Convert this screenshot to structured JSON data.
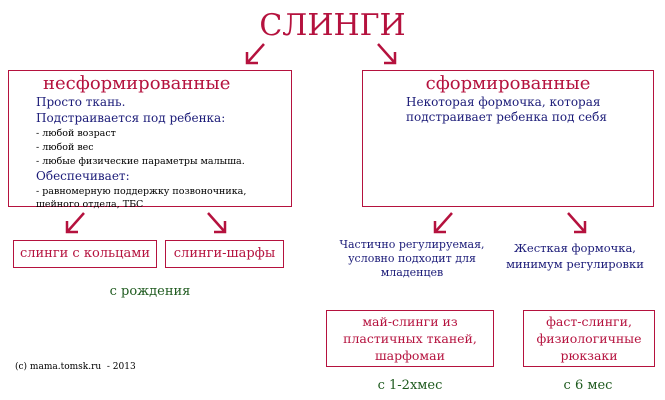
{
  "title": "СЛИНГИ",
  "colors": {
    "accent": "#b5123e",
    "text": "#1b1b78",
    "age": "#1e5a1e"
  },
  "left": {
    "title": "несформированные",
    "line1": "Просто ткань.",
    "line2": "Подстраивается под ребенка:",
    "items": [
      "- любой возраст",
      "- любой вес",
      "- любые физические параметры малыша."
    ],
    "line3": "Обеспечивает:",
    "item4": "- равномерную поддержку позвоночника, шейного отдела, ТБС",
    "children": [
      "слинги с кольцами",
      "слинги-шарфы"
    ],
    "age": "с рождения"
  },
  "right": {
    "title": "сформированные",
    "desc": "Некоторая формочка, которая подстраивает ребенка под себя",
    "branches": [
      {
        "desc": "Частично регулируемая, условно подходит для младенцев",
        "box": "май-слинги из пластичных тканей, шарфомаи",
        "age": "с 1-2хмес"
      },
      {
        "desc": "Жесткая формочка, минимум регулировки",
        "box": "фаст-слинги, физиологичные рюкзаки",
        "age": "с 6 мес"
      }
    ]
  },
  "copyright": "(c) mama.tomsk.ru  - 2013"
}
